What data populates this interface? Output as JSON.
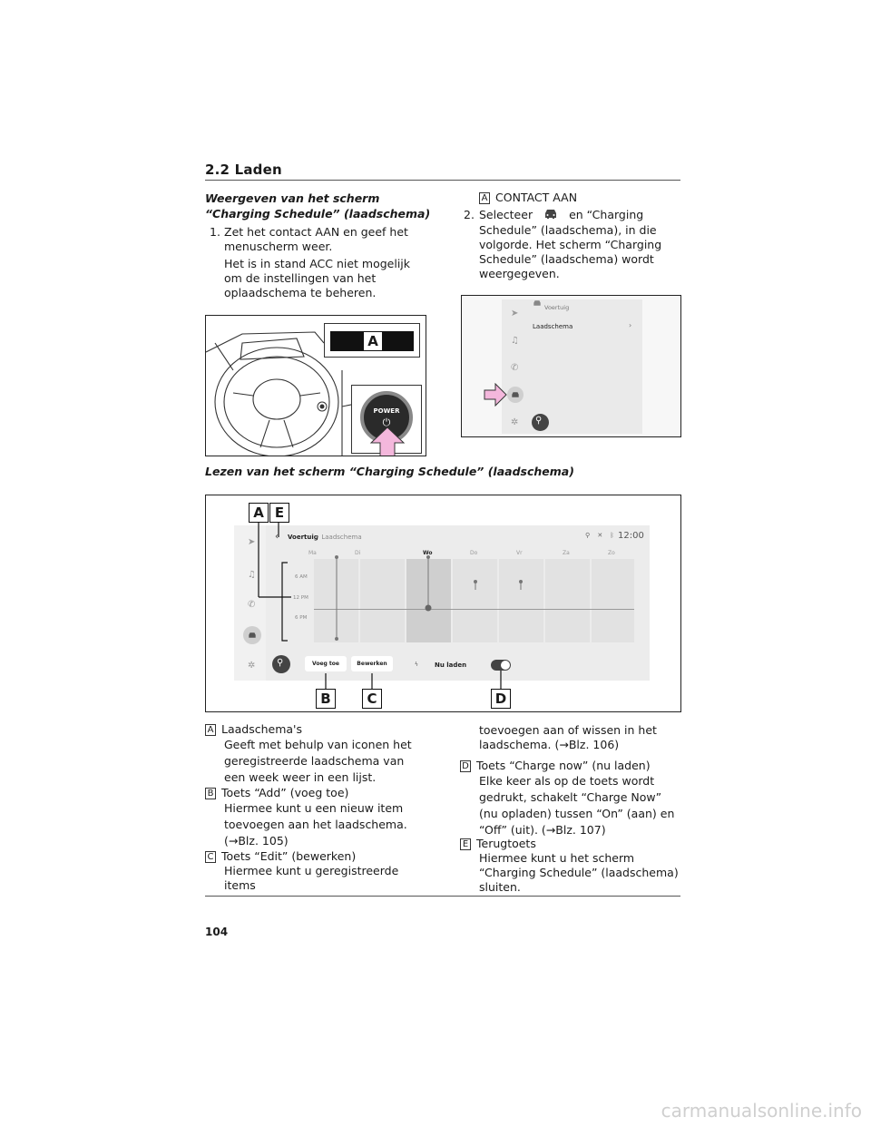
{
  "section": {
    "title": "2.2 Laden"
  },
  "left_col": {
    "heading": "Weergeven van het scherm “Charging Schedule” (laadschema)",
    "step1_num": "1.",
    "step1_text": "Zet het contact AAN en geef het menuscherm weer.",
    "step1_note": "Het is in stand ACC niet mogelijk om de instellingen van het oplaadschema te beheren."
  },
  "right_col": {
    "label_a": "A",
    "label_a_text": "CONTACT AAN",
    "step2_num": "2.",
    "step2_pre": "Selecteer",
    "step2_post": "en “Charging Schedule” (laadschema), in die volgorde. Het scherm “Charging Schedule” (laadschema) wordt weergegeven."
  },
  "fig1": {
    "callout": "A",
    "button_text": "POWER"
  },
  "fig2": {
    "header": "Voertuig",
    "item": "Laadschema",
    "item_chevron": "›"
  },
  "reading_heading": "Lezen van het scherm “Charging Schedule” (laadschema)",
  "fig3": {
    "labels": [
      "A",
      "E",
      "B",
      "C",
      "D"
    ],
    "back": "‹",
    "title": "Voertuig",
    "crumb": "• Laadschema",
    "clock": "12:00",
    "days": [
      "Ma",
      "Di",
      "Wo",
      "Do",
      "Vr",
      "Za",
      "Zo"
    ],
    "times": [
      "6 AM",
      "12 PM",
      "6 PM"
    ],
    "btn_add": "Voeg toe",
    "btn_edit": "Bewerken",
    "charge_now": "Nu laden"
  },
  "legend": {
    "a_key": "A",
    "a_title": "Laadschema's",
    "a_text": "Geeft met behulp van iconen het geregistreerde laadschema van een week weer in een lijst.",
    "b_key": "B",
    "b_title": "Toets “Add” (voeg toe)",
    "b_text": "Hiermee kunt u een nieuw item toevoegen aan het laadschema. (→Blz. 105)",
    "c_key": "C",
    "c_title": "Toets “Edit” (bewerken)",
    "c_text": "Hiermee kunt u geregistreerde items",
    "c_cont": "toevoegen aan of wissen in het laadschema. (→Blz. 106)",
    "d_key": "D",
    "d_title": "Toets “Charge now” (nu laden)",
    "d_text": "Elke keer als op de toets wordt gedrukt, schakelt “Charge Now” (nu opladen) tussen “On” (aan) en “Off” (uit). (→Blz. 107)",
    "e_key": "E",
    "e_title": "Terugtoets",
    "e_text": "Hiermee kunt u het scherm “Charging Schedule” (laadschema) sluiten."
  },
  "footer": {
    "page": "104"
  },
  "watermark": "carmanualsonline.info"
}
